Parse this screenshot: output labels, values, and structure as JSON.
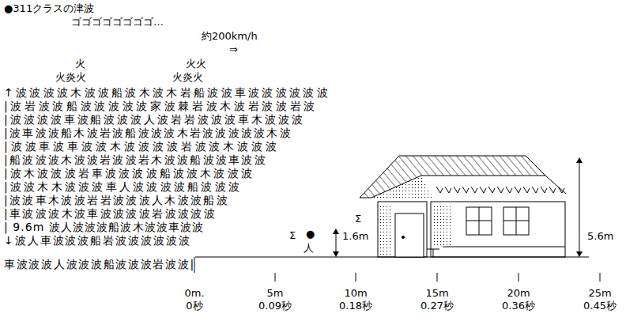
{
  "diagram": {
    "title": "●311クラスの津波",
    "labels": [
      "ゴゴゴゴゴゴゴゴ…",
      "約200km/h",
      "⇒",
      "火",
      "火炎火",
      "火火",
      "火炎火",
      "↑波波波波木波波船波木波木岩船波波車波波波波波波",
      "|波岩波波船波波波波波家波棘岩波木波岩波波岩波",
      "|波波波波車波船波波波人波岩岩波波波車木波波波",
      "|波車波波船木波岩波船波波波木岩波波波波波木波",
      "|波波車波車波波木波波波波岩波波木波波波",
      "|船波波波木波波岩波波岩木波波船波波車波波",
      "|波木波波波岩車波波波波船波波木波波波",
      "|波波木木波波波車人波波波波船波波波",
      "|波波車木波波岩岩波波波人木波波船波",
      "|車波波波木波車波波波波岩波波波波",
      "| 9.6m 波人波波波船波木波波車波波",
      "↓波人車波波波船岩波波波波波波",
      "車波波波人波波波船波波波岩波波|",
      "Σ",
      "●",
      "人",
      "Σ",
      "1.6m",
      "5.6m",
      "0m.",
      "5m",
      "10m",
      "15m",
      "20m",
      "25m",
      "0秒",
      "0.09秒",
      "0.18秒",
      "0.27秒",
      "0.36秒",
      "0.45秒"
    ]
  }
}
